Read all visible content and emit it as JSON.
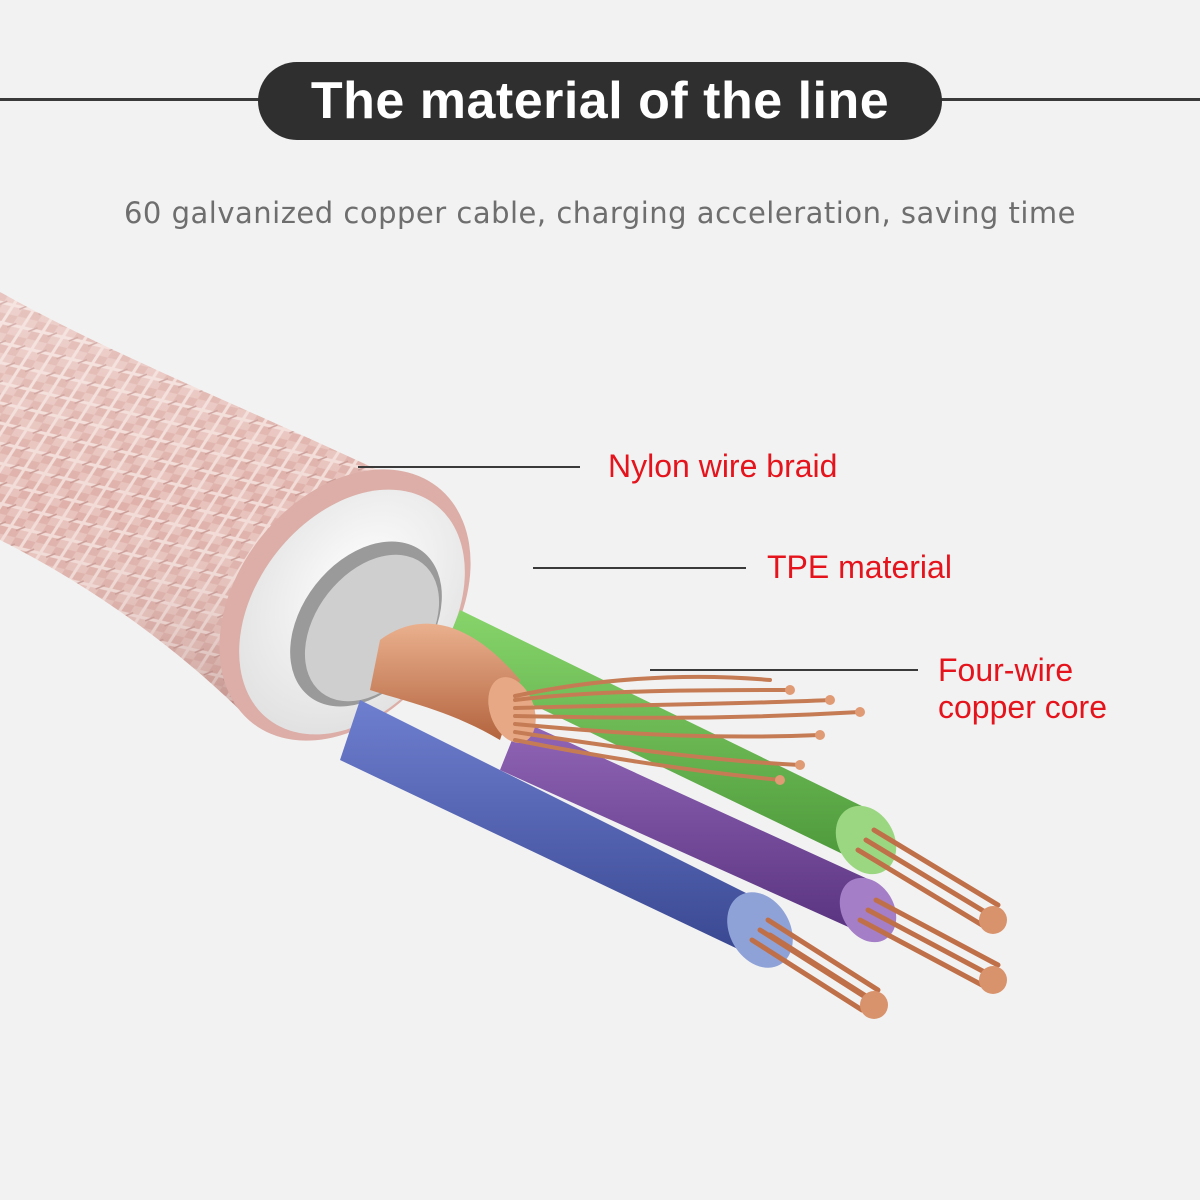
{
  "title": "The material of the line",
  "subtitle": "60 galvanized copper cable, charging acceleration, saving time",
  "callouts": {
    "nylon": "Nylon wire braid",
    "tpe": "TPE material",
    "core_line1": "Four-wire",
    "core_line2": "copper core"
  },
  "colors": {
    "background": "#f2f2f2",
    "title_bg": "#2f2f2f",
    "label_red": "#e5141c",
    "braid_pink": "#e7bdb6",
    "copper": "#c97a55",
    "wire_green": "#6fbf55",
    "wire_blue": "#4f5fb0",
    "wire_purple": "#7a4aa0",
    "tpe_white": "#f4f4f4"
  }
}
